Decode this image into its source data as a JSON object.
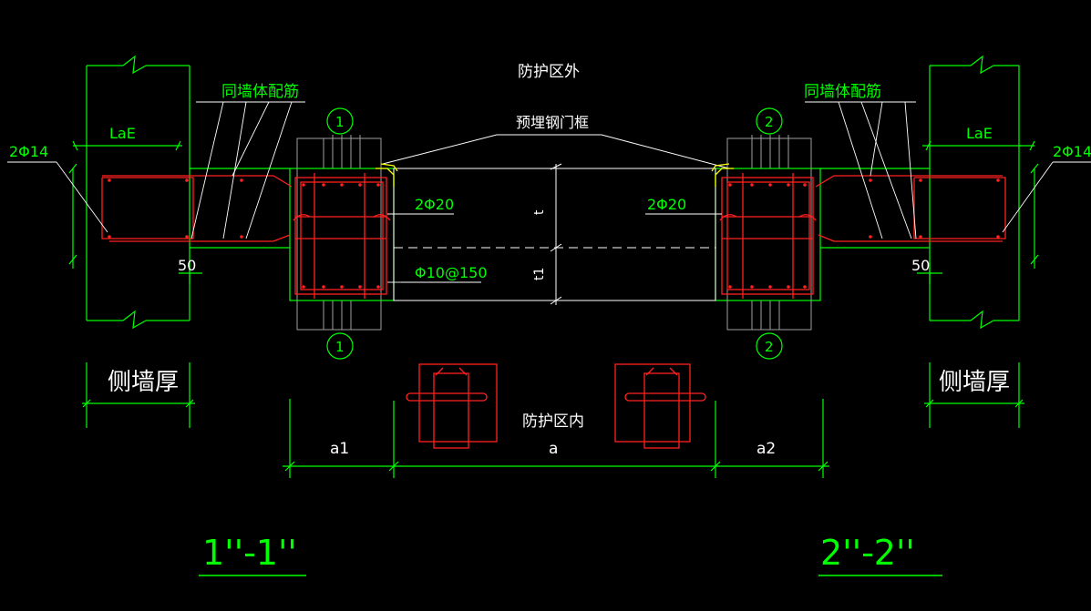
{
  "labels": {
    "outside_zone": "防护区外",
    "inside_zone": "防护区内",
    "embedded_frame": "预埋钢门框",
    "same_wall_rebar_left": "同墙体配筋",
    "same_wall_rebar_right": "同墙体配筋",
    "lae_left": "LaE",
    "lae_right": "LaE",
    "rebar_2phi14_left": "2Φ14",
    "rebar_2phi14_right": "2Φ14",
    "rebar_2phi20_left": "2Φ20",
    "rebar_2phi20_right": "2Φ20",
    "stirrup": "Φ10@150",
    "dim_50_left": "50",
    "dim_50_right": "50",
    "side_wall_left": "侧墙厚",
    "side_wall_right": "侧墙厚",
    "dim_a1": "a1",
    "dim_a": "a",
    "dim_a2": "a2",
    "dim_t": "t",
    "dim_t1": "t1",
    "marker_1_top": "1",
    "marker_1_bottom": "1",
    "marker_2_top": "2",
    "marker_2_bottom": "2",
    "section_left": "1''-1''",
    "section_right": "2''-2''"
  },
  "colors": {
    "background": "#000000",
    "wall": "#00ff00",
    "rebar": "#ff2020",
    "annotation": "#ffffff",
    "frame_section": "#a0a0a0",
    "embedded_steel": "#ffff00",
    "text_green": "#00ff00"
  }
}
